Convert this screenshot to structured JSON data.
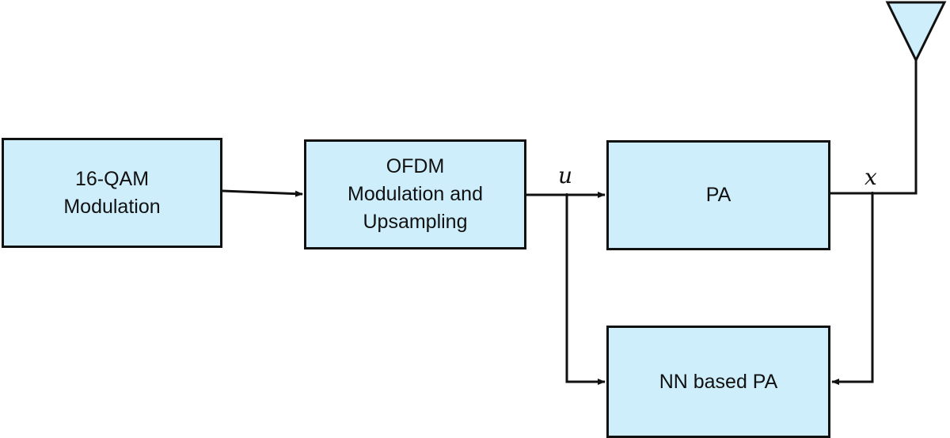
{
  "blocks": {
    "qam": {
      "label": "16-QAM\nModulation"
    },
    "ofdm": {
      "label": "OFDM\nModulation and\nUpsampling"
    },
    "pa": {
      "label": "PA"
    },
    "nn": {
      "label": "NN based PA"
    }
  },
  "signals": {
    "u": "u",
    "x": "x"
  },
  "colors": {
    "block_fill": "#cdeefa",
    "stroke": "#111111"
  }
}
